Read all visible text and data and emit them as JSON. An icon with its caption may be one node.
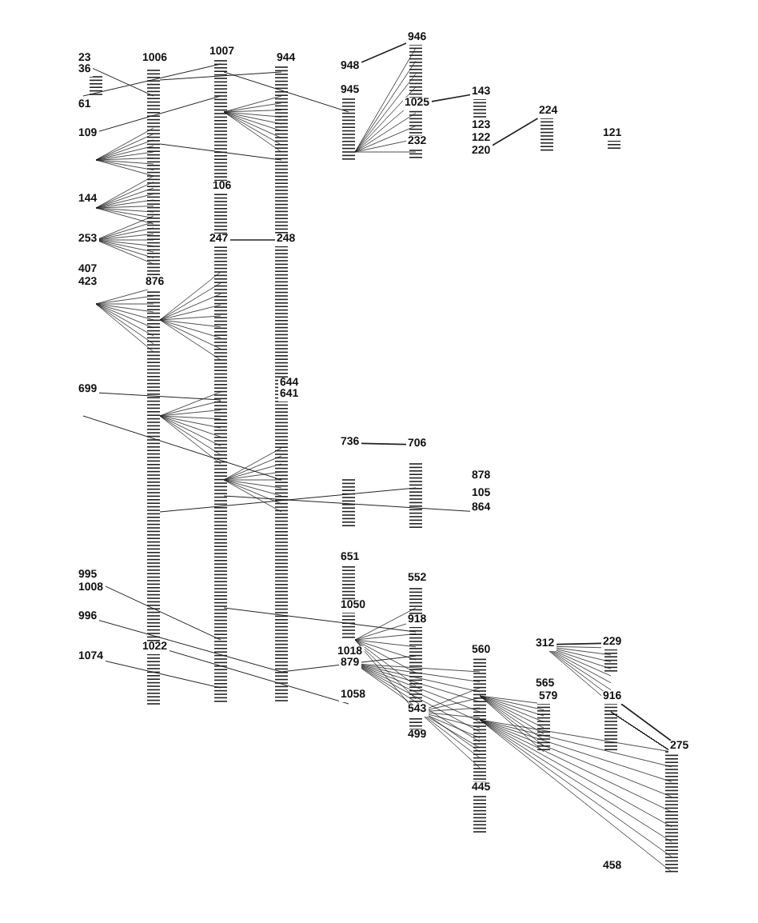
{
  "diagram": {
    "nodes": [
      {
        "text": [
          "23"
        ]
      },
      {
        "text": [
          "36"
        ]
      },
      {
        "text": [
          "1006"
        ]
      },
      {
        "text": [
          "1007"
        ]
      },
      {
        "text": [
          "944"
        ]
      },
      {
        "text": [
          "948"
        ]
      },
      {
        "text": [
          "946"
        ]
      },
      {
        "text": [
          "945"
        ]
      },
      {
        "text": [
          "1025"
        ]
      },
      {
        "text": [
          "143"
        ]
      },
      {
        "text": [
          "224"
        ]
      },
      {
        "text": [
          "123"
        ]
      },
      {
        "text": [
          "122"
        ]
      },
      {
        "text": [
          "220"
        ]
      },
      {
        "text": [
          "121"
        ]
      },
      {
        "text": [
          "232"
        ]
      },
      {
        "text": [
          "61"
        ]
      },
      {
        "text": [
          "109"
        ]
      },
      {
        "text": [
          "106"
        ]
      },
      {
        "text": [
          "144"
        ]
      },
      {
        "text": [
          "253"
        ]
      },
      {
        "text": [
          "407"
        ]
      },
      {
        "text": [
          "423"
        ]
      },
      {
        "text": [
          "876"
        ]
      },
      {
        "text": [
          "247"
        ]
      },
      {
        "text": [
          "248"
        ]
      },
      {
        "text": [
          "644"
        ]
      },
      {
        "text": [
          "641"
        ]
      },
      {
        "text": [
          "699"
        ]
      },
      {
        "text": [
          "736"
        ]
      },
      {
        "text": [
          "706"
        ]
      },
      {
        "text": [
          "878"
        ]
      },
      {
        "text": [
          "105"
        ]
      },
      {
        "text": [
          "864"
        ]
      },
      {
        "text": [
          "995"
        ]
      },
      {
        "text": [
          "1008"
        ]
      },
      {
        "text": [
          "996"
        ]
      },
      {
        "text": [
          "1074"
        ]
      },
      {
        "text": [
          "1022"
        ]
      },
      {
        "text": [
          "651"
        ]
      },
      {
        "text": [
          "552"
        ]
      },
      {
        "text": [
          "1050"
        ]
      },
      {
        "text": [
          "918"
        ]
      },
      {
        "text": [
          "1018"
        ]
      },
      {
        "text": [
          "879"
        ]
      },
      {
        "text": [
          "1058"
        ]
      },
      {
        "text": [
          "312"
        ]
      },
      {
        "text": [
          "229"
        ]
      },
      {
        "text": [
          "560"
        ]
      },
      {
        "text": [
          "565"
        ]
      },
      {
        "text": [
          "579"
        ]
      },
      {
        "text": [
          "916"
        ]
      },
      {
        "text": [
          "543"
        ]
      },
      {
        "text": [
          "499"
        ]
      },
      {
        "text": [
          "445"
        ]
      },
      {
        "text": [
          "275"
        ]
      },
      {
        "text": [
          "458"
        ]
      }
    ],
    "edges": [
      {
        "from": 24,
        "to": 25,
        "arrow": "none"
      },
      {
        "from": 29,
        "to": 30,
        "arrow": "none"
      },
      {
        "from": 46,
        "to": 47,
        "arrow": "none"
      },
      {
        "from": 13,
        "to": 10,
        "arrow": "none"
      },
      {
        "from": 8,
        "to": 9,
        "arrow": "none"
      },
      {
        "from": 5,
        "to": 6,
        "arrow": "none"
      },
      {
        "from": 51,
        "to": 55,
        "arrow": "none"
      }
    ]
  }
}
